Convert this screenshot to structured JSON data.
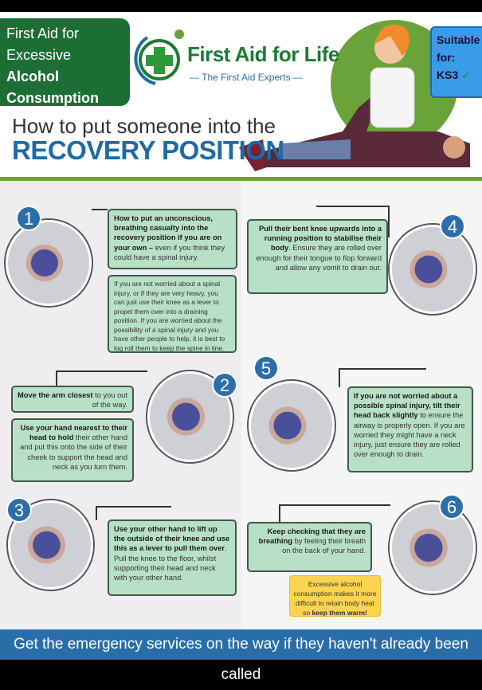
{
  "header": {
    "topic_line1": "First Aid for",
    "topic_line2_normal": "Excessive ",
    "topic_line2_bold": "Alcohol",
    "topic_line3": "Consumption",
    "logo_name": "First Aid for Life",
    "logo_tagline": "— The First Aid Experts —",
    "title_line1": "How to put someone into the",
    "title_line2": "RECOVERY POSITION",
    "suitable_label": "Suitable for:",
    "suitable_level": "KS3",
    "suitable_check": "✓"
  },
  "steps": [
    {
      "number": "1",
      "bold": "How to put an unconscious, breathing casualty into the recovery position if you are on your own –",
      "text": " even if you think they could have a spinal injury.",
      "note": "If you are not worried about a spinal injury, or if they are very heavy, you can just use their knee as a lever to propel them over into a draining position. If you are worried about the possibility of a spinal injury and you have other people to help, it is best to log roll them to keep the spine in line."
    },
    {
      "number": "2",
      "bold": "Move the arm closest",
      "text": " to you out of the way.",
      "bold2": "Use your hand nearest to their head to hold",
      "text2": " their other hand and put this onto the side of their cheek to support the head and neck as you turn them."
    },
    {
      "number": "3",
      "bold": "Use your other hand to lift up the outside of their knee and use this as a lever to pull them over",
      "text": ". Pull the knee to the floor, whilst supporting their head and neck with your other hand."
    },
    {
      "number": "4",
      "bold": "Pull their bent knee upwards into a running position to stabilise their body",
      "text": ". Ensure they are rolled over enough for their tongue to flop forward and allow any vomit to drain out."
    },
    {
      "number": "5",
      "bold": "If you are not worried about a possible spinal injury, tilt their head back slightly",
      "text": " to ensure the airway is properly open. If you are worried they might have a neck injury, just ensure they are rolled over enough to drain."
    },
    {
      "number": "6",
      "bold": "Keep checking that they are breathing",
      "text": " by feeling their breath on the back of your hand.",
      "warning": "Excessive alcohol consumption makes it more difficult to retain body heat so ",
      "warning_bold": "keep them warm!"
    }
  ],
  "footer": {
    "text": "Get the emergency services on the way if they haven't already been called"
  },
  "colors": {
    "green": "#1d6e35",
    "blue": "#2c6eab",
    "box": "#b8e0c7",
    "yellow": "#fcd450"
  }
}
